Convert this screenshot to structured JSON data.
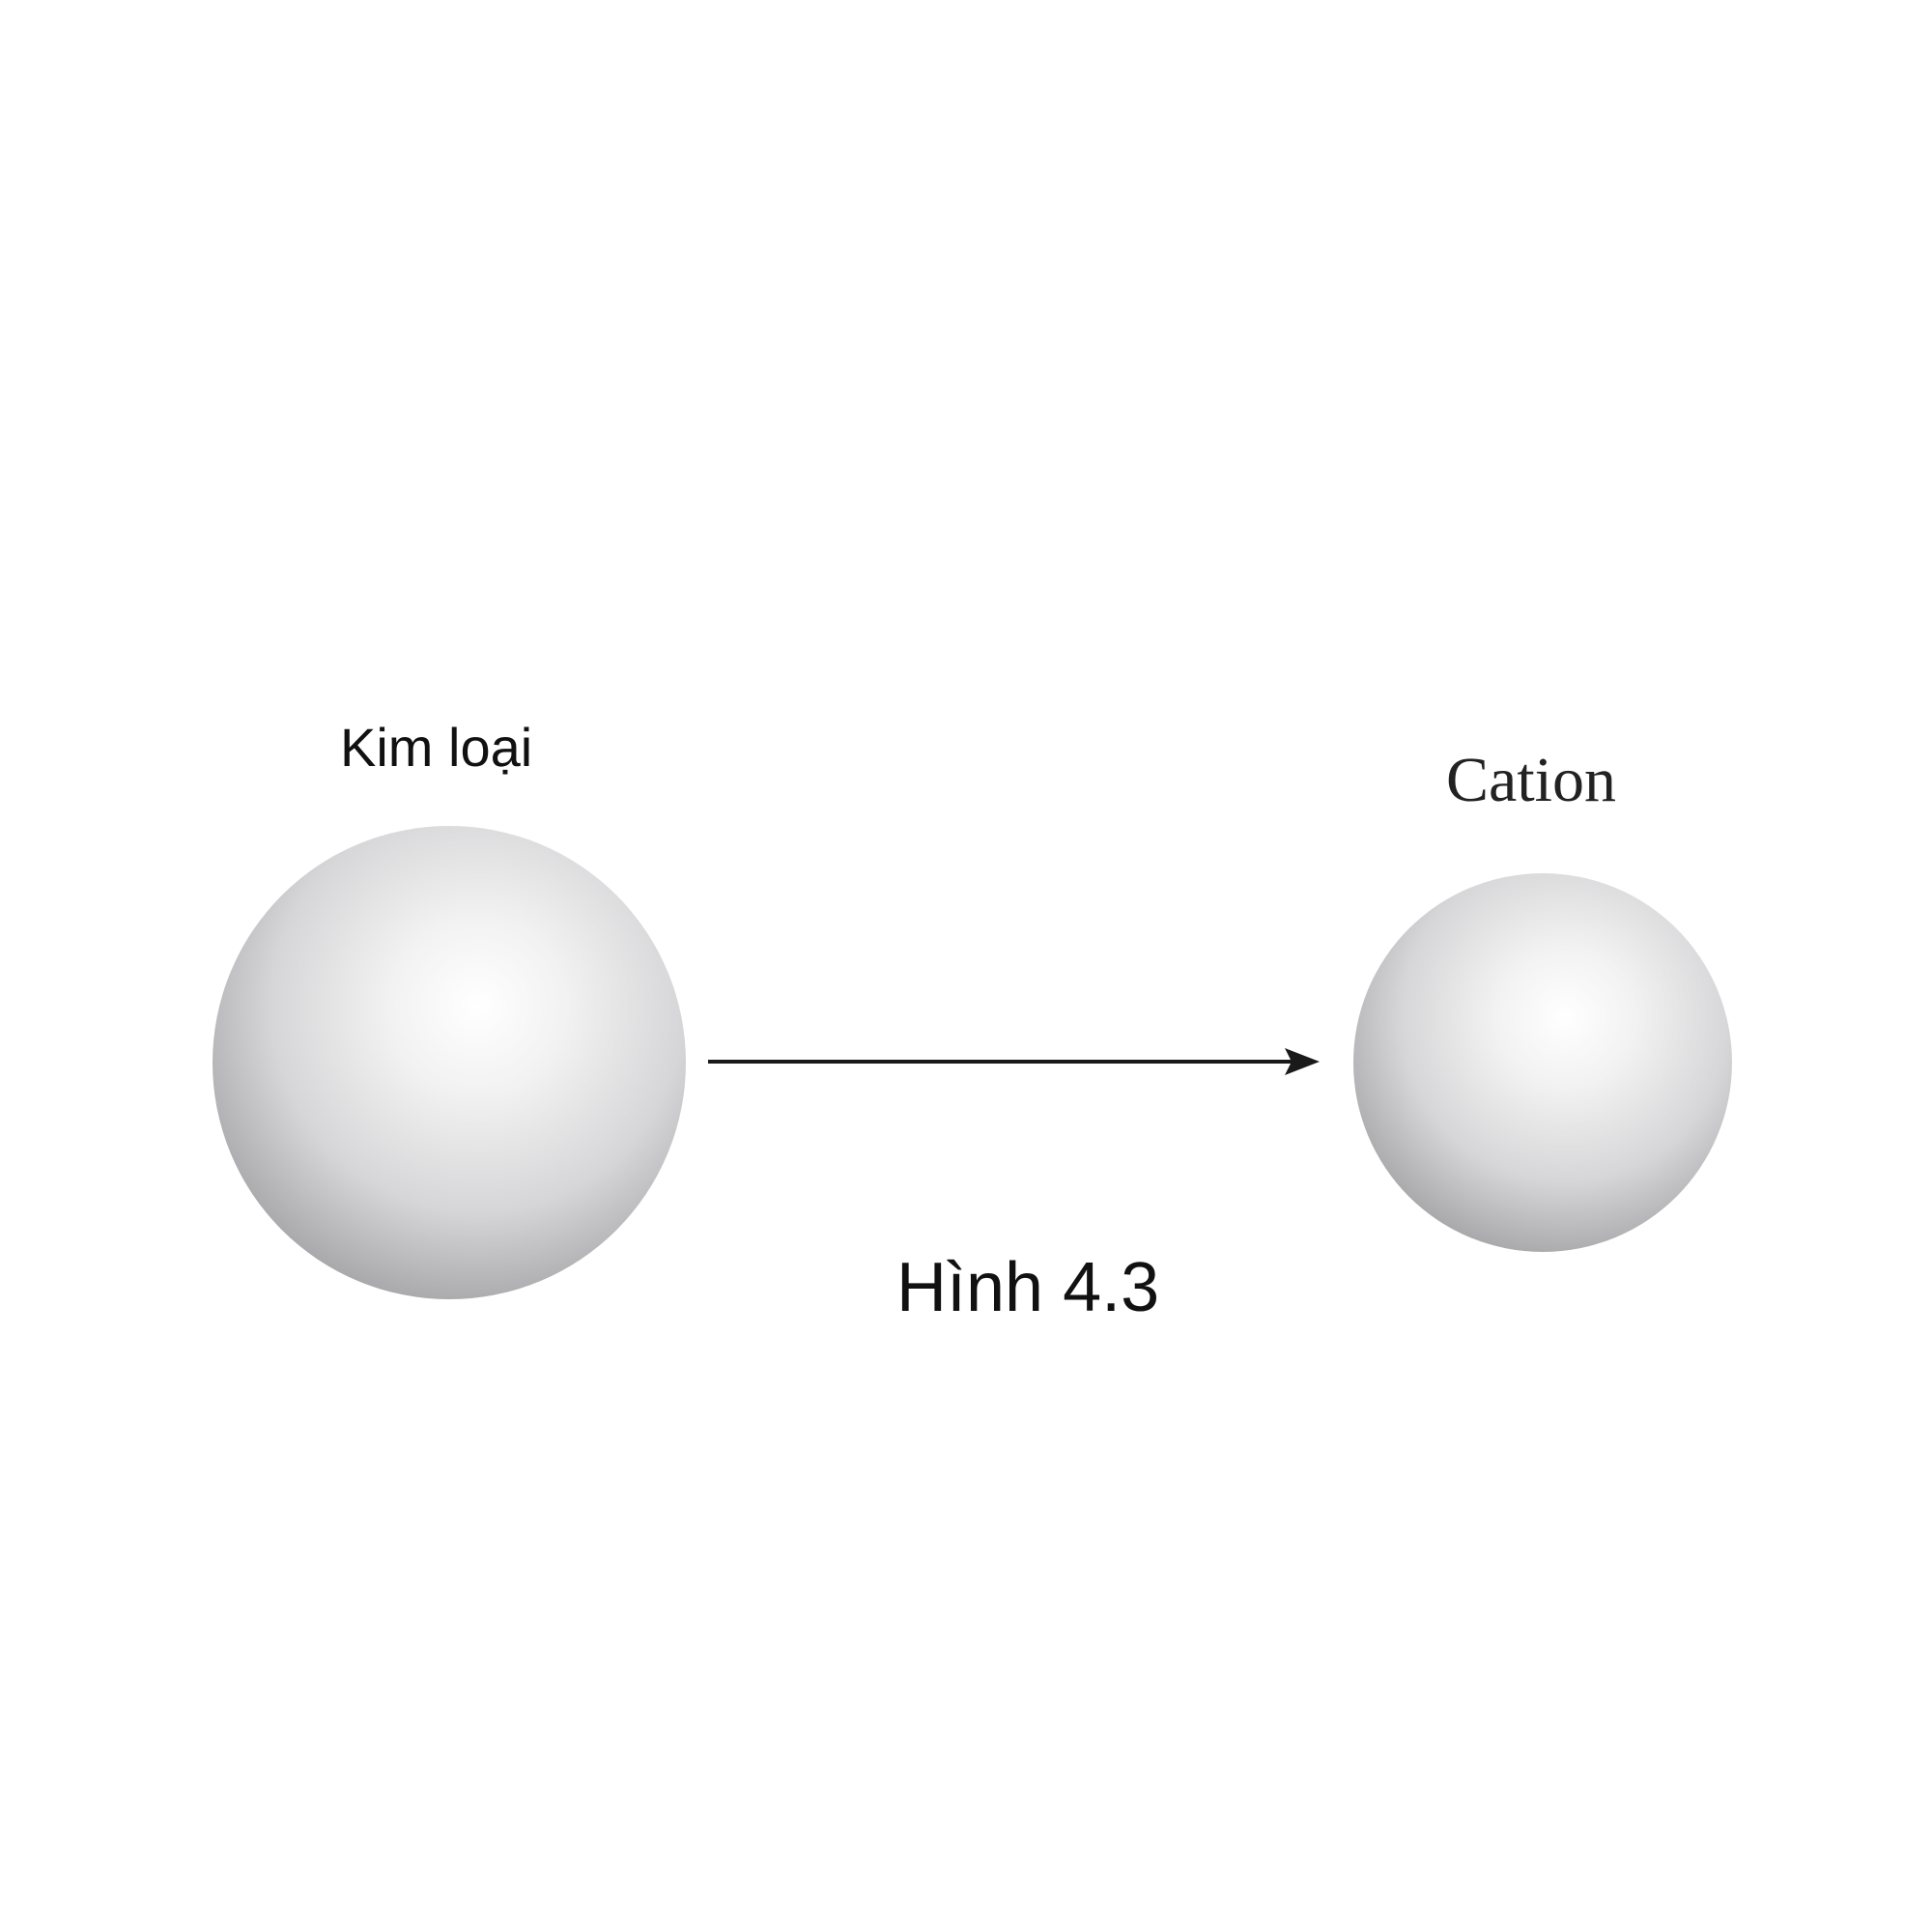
{
  "labels": {
    "left": "Kim loại",
    "right": "Cation"
  },
  "caption": "Hình 4.3"
}
